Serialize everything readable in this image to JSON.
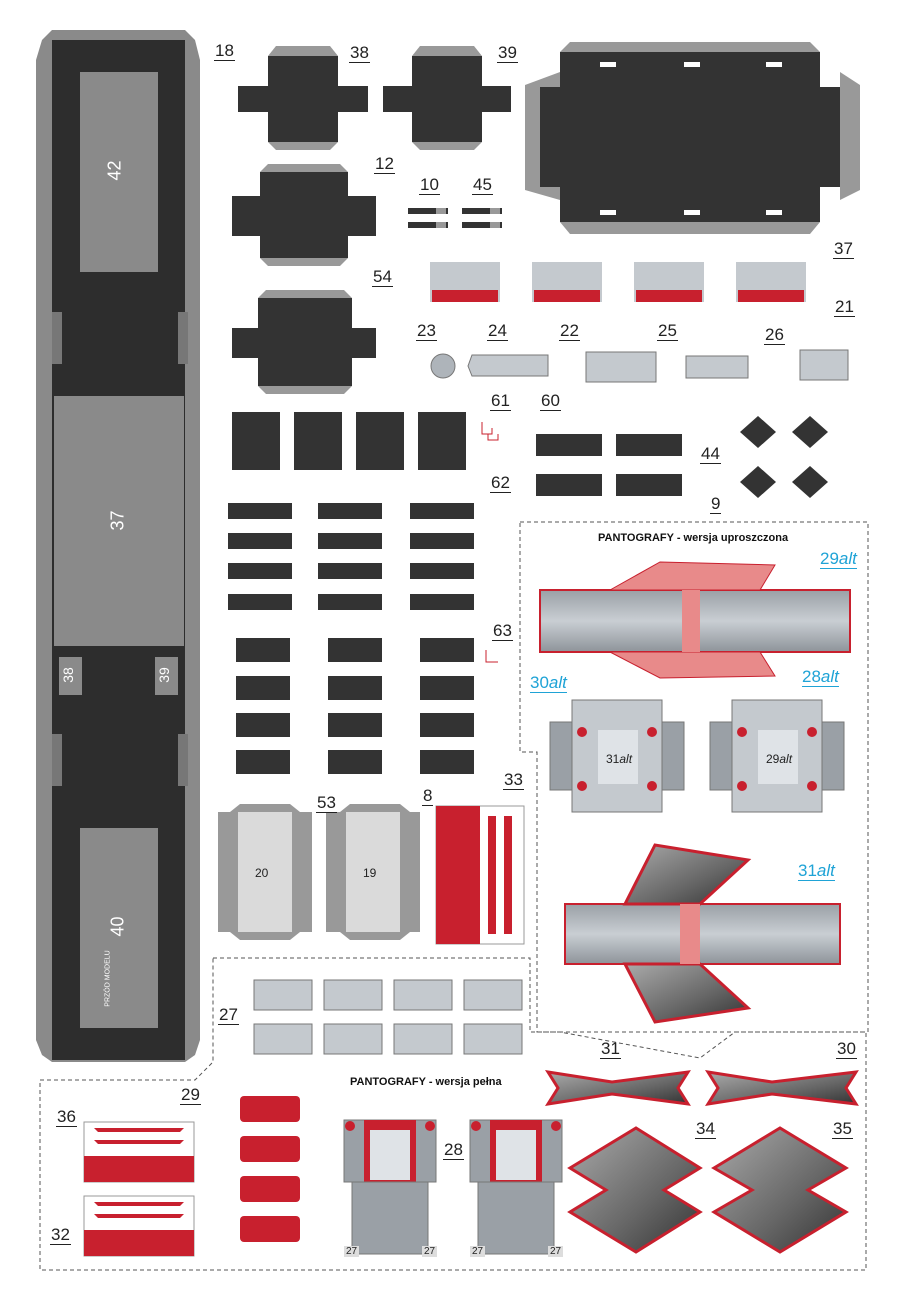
{
  "part_labels": {
    "p18": "18",
    "p38": "38",
    "p39": "39",
    "p12": "12",
    "p10": "10",
    "p45": "45",
    "p37": "37",
    "p54": "54",
    "p21": "21",
    "p23": "23",
    "p24": "24",
    "p22": "22",
    "p25": "25",
    "p26": "26",
    "p61": "61",
    "p60": "60",
    "p44": "44",
    "p9": "9",
    "p62": "62",
    "p63": "63",
    "p53": "53",
    "p8": "8",
    "p33": "33",
    "p27": "27",
    "p31": "31",
    "p30": "30",
    "p29": "29",
    "p28": "28",
    "p34": "34",
    "p35": "35",
    "p36": "36",
    "p32": "32"
  },
  "alt_labels": {
    "a29": {
      "num": "29",
      "suffix": "alt"
    },
    "a30": {
      "num": "30",
      "suffix": "alt"
    },
    "a28": {
      "num": "28",
      "suffix": "alt"
    },
    "a31": {
      "num": "31",
      "suffix": "alt"
    }
  },
  "headers": {
    "simplified": "PANTOGRAFY - wersja uproszczona",
    "full": "PANTOGRAFY - wersja pełna"
  },
  "roof_panel_numbers": {
    "n42": "42",
    "n37": "37",
    "n38": "38",
    "n39": "39",
    "n40": "40"
  },
  "front_note": "PRZÓD MODELU",
  "inner_numbers": {
    "n20": "20",
    "n19": "19",
    "n31alt": "31",
    "n29alt": "29",
    "alt_suffix": "alt"
  },
  "small_marks": {
    "m27": "27"
  },
  "colors": {
    "dark": "#303030",
    "panel": "#858585",
    "light_grey": "#c4c9ce",
    "red": "#c8202e",
    "pink": "#e88a8a",
    "blue": "#1fa3d6"
  }
}
